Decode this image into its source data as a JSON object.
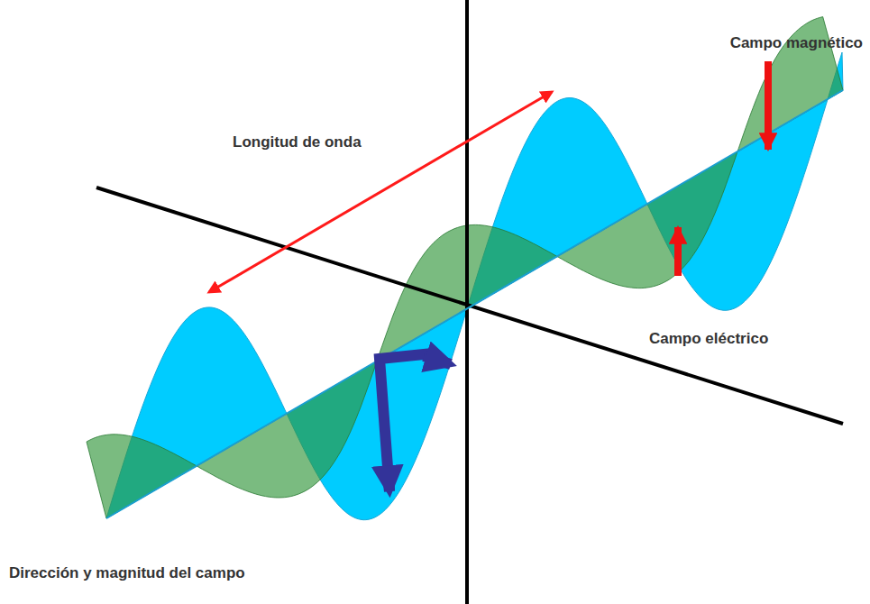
{
  "diagram": {
    "labels": [
      "Campo magnético",
      "Longitud de onda",
      "Campo eléctrico",
      "Dirección y magnitud del campo"
    ]
  }
}
